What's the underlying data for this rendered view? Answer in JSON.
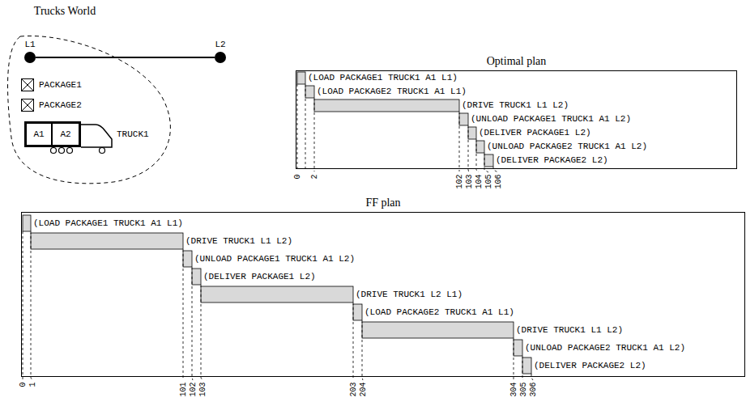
{
  "diagram": {
    "nodes": [
      {
        "text": [
          "L1"
        ]
      },
      {
        "text": [
          "L2"
        ]
      },
      {
        "text": [
          "PACKAGE1"
        ]
      },
      {
        "text": [
          "PACKAGE2"
        ]
      },
      {
        "text": [
          "TRUCK1"
        ]
      },
      {
        "text": [
          "A1"
        ],
        "in": 4
      },
      {
        "text": [
          "A2"
        ],
        "in": 4
      },
      {
        "text": [
          "Optimal plan"
        ]
      },
      {
        "text": [
          "FF plan"
        ]
      }
    ],
    "edges": [
      {
        "from": 0,
        "to": 1,
        "arrow": "none"
      }
    ],
    "labels": [
      "Trucks World",
      "(LOAD PACKAGE1 TRUCK1 A1 L1)",
      "(LOAD PACKAGE2 TRUCK1 A1 L1)",
      "(DRIVE TRUCK1 L1 L2)",
      "(UNLOAD PACKAGE1 TRUCK1 A1 L2)",
      "(DELIVER PACKAGE1 L2)",
      "(UNLOAD PACKAGE2 TRUCK1 A1 L2)",
      "(DELIVER PACKAGE2 L2)",
      "0",
      "2",
      "102",
      "103",
      "104",
      "105",
      "106",
      "(LOAD PACKAGE1 TRUCK1 A1 L1)",
      "(DRIVE TRUCK1 L1 L2)",
      "(UNLOAD PACKAGE1 TRUCK1 A1 L2)",
      "(DELIVER PACKAGE1 L2)",
      "(DRIVE TRUCK1 L2 L1)",
      "(LOAD PACKAGE2 TRUCK1 A1 L1)",
      "(DRIVE TRUCK1 L1 L2)",
      "(UNLOAD PACKAGE2 TRUCK1 A1 L2)",
      "(DELIVER PACKAGE2 L2)",
      "0",
      "1",
      "101",
      "102",
      "103",
      "203",
      "204",
      "304",
      "305",
      "306"
    ]
  }
}
